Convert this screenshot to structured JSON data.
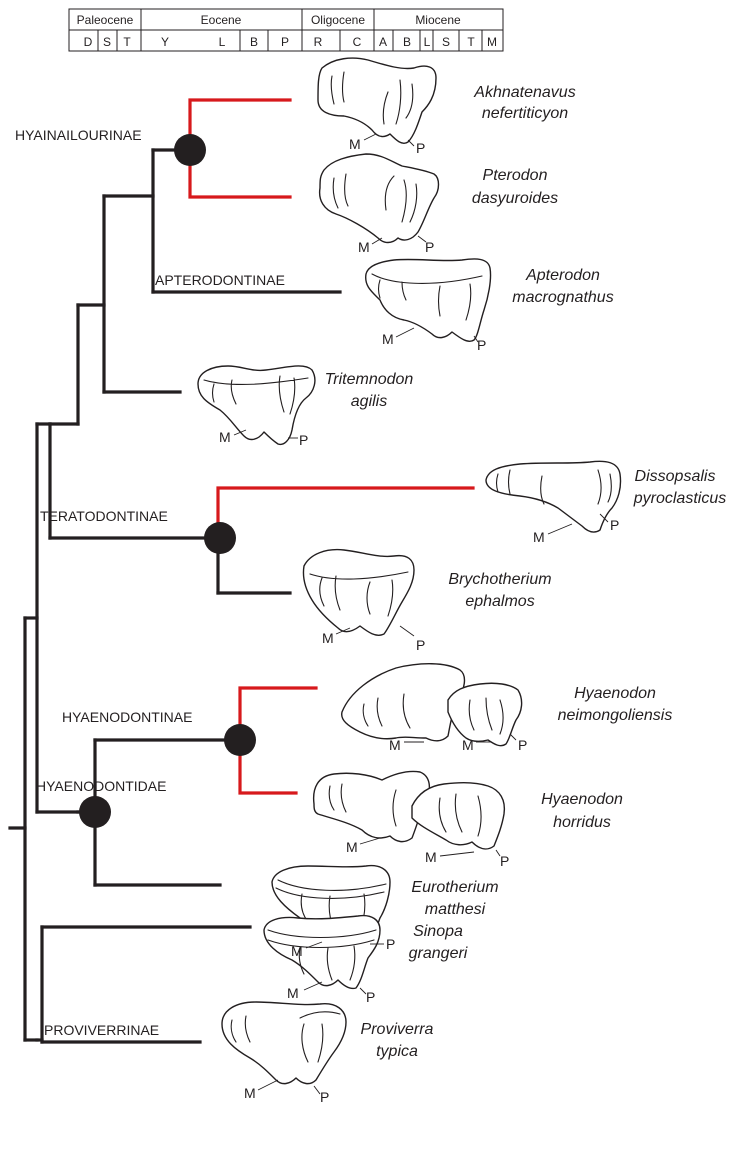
{
  "timescale": {
    "epochs": [
      "Paleocene",
      "Eocene",
      "Oligocene",
      "Miocene"
    ],
    "stages": [
      "D",
      "S",
      "T",
      "Y",
      "L",
      "B",
      "P",
      "R",
      "C",
      "A",
      "B",
      "L",
      "S",
      "T",
      "M"
    ]
  },
  "clades": {
    "hyainailourinae": "HYAINAILOURINAE",
    "apterodontinae": "APTERODONTINAE",
    "teratodontinae": "TERATODONTINAE",
    "hyaenodontinae": "HYAENODONTINAE",
    "hyaenodontidae": "HYAENODONTIDAE",
    "proviverrinae": "PROVIVERRINAE"
  },
  "taxa": [
    {
      "genus": "Akhnatenavus",
      "species": "nefertiticyon",
      "highlighted": true
    },
    {
      "genus": "Pterodon",
      "species": "dasyuroides",
      "highlighted": true
    },
    {
      "genus": "Apterodon",
      "species": "macrognathus",
      "highlighted": false
    },
    {
      "genus": "Tritemnodon",
      "species": "agilis",
      "highlighted": false
    },
    {
      "genus": "Dissopsalis",
      "species": "pyroclasticus",
      "highlighted": true
    },
    {
      "genus": "Brychotherium",
      "species": "ephalmos",
      "highlighted": false
    },
    {
      "genus": "Hyaenodon",
      "species": "neimongoliensis",
      "highlighted": true
    },
    {
      "genus": "Hyaenodon",
      "species": "horridus",
      "highlighted": true
    },
    {
      "genus": "Eurotherium",
      "species": "matthesi",
      "highlighted": false
    },
    {
      "genus": "Sinopa",
      "species": "grangeri",
      "highlighted": false
    },
    {
      "genus": "Proviverra",
      "species": "typica",
      "highlighted": false
    }
  ],
  "tooth_labels": {
    "metacone": "M",
    "paracone": "P"
  },
  "colors": {
    "line": "#231f20",
    "highlight": "#d7191c",
    "node": "#231f20"
  }
}
